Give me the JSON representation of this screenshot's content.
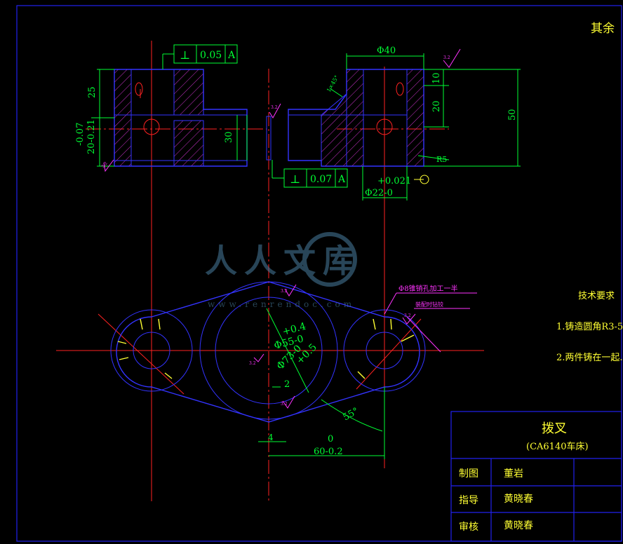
{
  "corner_note": "其余",
  "dimensions": {
    "top_right_dia": "Φ40",
    "top_right_10": "10",
    "top_right_20": "20",
    "top_right_50": "50",
    "top_right_r5": "R5",
    "top_left_25": "25",
    "top_left_tol_upper": "-0.07",
    "top_left_20": "20-0.21",
    "mid_30": "30",
    "chamfer": "1×45°",
    "bore_tol": "+0.021",
    "bore_dia": "Φ22-0",
    "pos_plus04": "+0.4",
    "dia55": "Φ55-0",
    "dia73": "Φ73-0",
    "plus05": "+0.5",
    "dim2": "2",
    "angle55": "55°",
    "dim4": "4",
    "dim0": "0",
    "dim60": "60-0.2"
  },
  "tolerance_frames": {
    "top": {
      "symbol": "⊥",
      "value": "0.05",
      "datum": "A"
    },
    "bottom": {
      "symbol": "⊥",
      "value": "0.07",
      "datum": "A"
    }
  },
  "roughness": {
    "r1": "3.2",
    "r2": "3.2",
    "r3": "3.2",
    "r4": "3.2",
    "r5": "3.2",
    "r6": "3.2",
    "r7": "3.2"
  },
  "annotations": {
    "hole_note": "Φ8锥销孔加工一半",
    "hole_sub": "装配时钻铰"
  },
  "tech_requirements": {
    "title": "技术要求",
    "item1": "1.铸造圆角R3-5.",
    "item2": "2.两件铸在一起."
  },
  "title_block": {
    "part_name": "拨叉",
    "machine": "(CA6140车床)",
    "row1_label": "制图",
    "row1_name": "董岩",
    "row2_label": "指导",
    "row2_name": "黄晓春",
    "row3_label": "审核",
    "row3_name": "黄晓春"
  },
  "watermark": {
    "text": "人人文库",
    "url": "www.renrendoc.com"
  },
  "colors": {
    "background": "#000000",
    "outline": "#3333ff",
    "centerline": "#ff2222",
    "dimension": "#00ff33",
    "hatch": "#cc33cc",
    "note": "#ff33ff",
    "text": "#ffff33",
    "frame": "#2222ee"
  }
}
